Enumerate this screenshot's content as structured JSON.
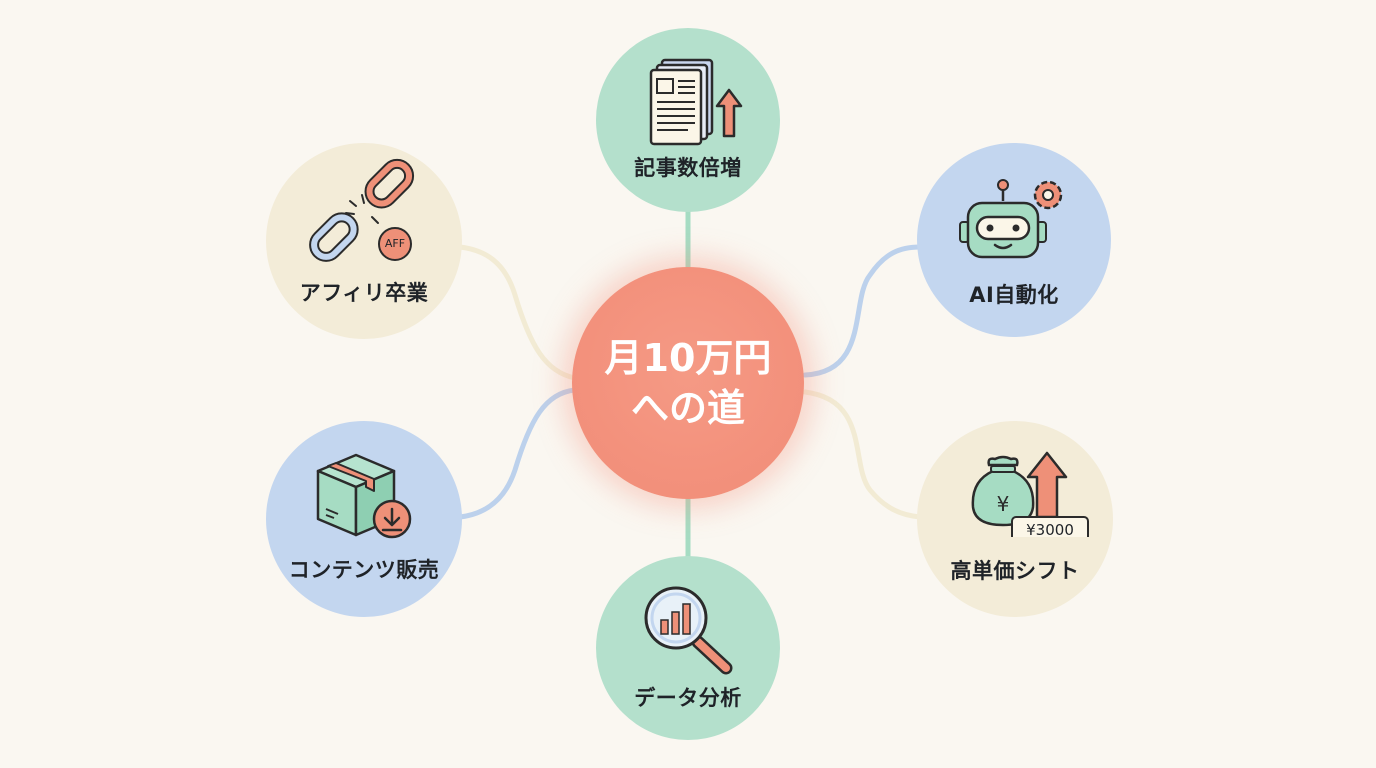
{
  "center": {
    "line1": "月10万円",
    "line2": "への道"
  },
  "nodes": [
    {
      "id": "articles",
      "label": "記事数倍増",
      "icon": "document-stack-arrow-up-icon",
      "color": "#b4e0cc"
    },
    {
      "id": "ai",
      "label": "AI自動化",
      "icon": "robot-gear-icon",
      "color": "#c3d6ef"
    },
    {
      "id": "highprice",
      "label": "高単価シフト",
      "icon": "money-bag-arrow-up-icon",
      "color": "#f3ecd8",
      "badge": "¥3000"
    },
    {
      "id": "data",
      "label": "データ分析",
      "icon": "magnifier-bar-chart-icon",
      "color": "#b4e0cc"
    },
    {
      "id": "content",
      "label": "コンテンツ販売",
      "icon": "package-download-icon",
      "color": "#c3d6ef"
    },
    {
      "id": "affiliate",
      "label": "アフィリ卒業",
      "icon": "broken-chain-icon",
      "color": "#f3ecd8",
      "badge": "AFF"
    }
  ],
  "colors": {
    "background": "#faf7f1",
    "center": "#f3917c",
    "green": "#b4e0cc",
    "blue": "#c3d6ef",
    "cream": "#f3ecd8"
  }
}
